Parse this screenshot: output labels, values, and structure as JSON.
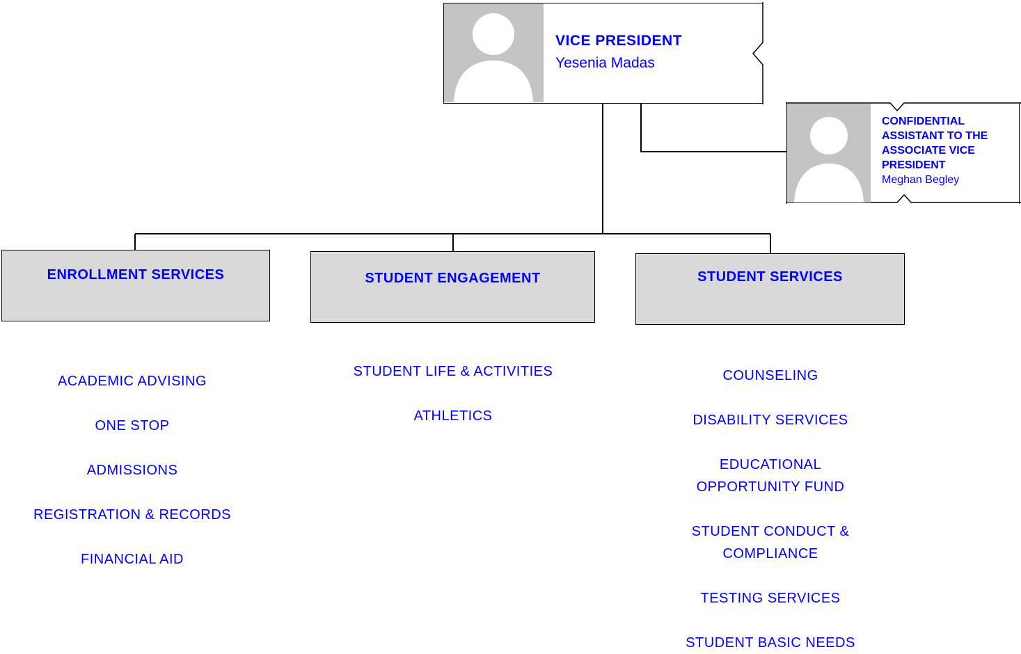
{
  "vice_president": {
    "title": "VICE PRESIDENT",
    "name": "Yesenia Madas"
  },
  "assistant": {
    "title": "CONFIDENTIAL ASSISTANT TO THE ASSOCIATE VICE PRESIDENT",
    "name": "Meghan Begley"
  },
  "departments": [
    {
      "title": "ENROLLMENT SERVICES",
      "units": [
        "ACADEMIC ADVISING",
        "ONE STOP",
        "ADMISSIONS",
        "REGISTRATION & RECORDS",
        "FINANCIAL AID"
      ]
    },
    {
      "title": "STUDENT ENGAGEMENT",
      "units": [
        "STUDENT LIFE & ACTIVITIES",
        "ATHLETICS"
      ]
    },
    {
      "title": "STUDENT SERVICES",
      "units": [
        "COUNSELING",
        "DISABILITY SERVICES",
        "EDUCATIONAL OPPORTUNITY FUND",
        "STUDENT CONDUCT & COMPLIANCE",
        "TESTING SERVICES",
        "STUDENT BASIC NEEDS"
      ]
    }
  ],
  "icons": {
    "photo": "person-silhouette-icon"
  },
  "colors": {
    "text": "#0000ff",
    "department_fill": "#d9d9d9",
    "photo_fill": "#c4c4c4"
  }
}
